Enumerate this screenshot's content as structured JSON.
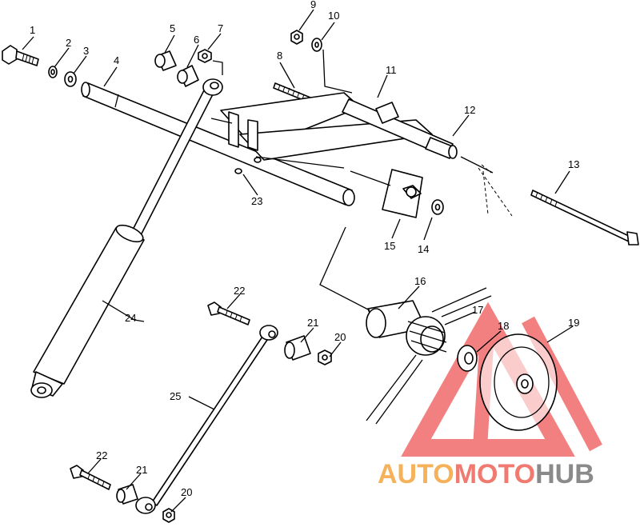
{
  "callouts": [
    "1",
    "2",
    "3",
    "4",
    "5",
    "6",
    "7",
    "8",
    "9",
    "10",
    "11",
    "12",
    "13",
    "14",
    "15",
    "16",
    "17",
    "18",
    "19",
    "20",
    "21",
    "22",
    "23",
    "24",
    "25"
  ],
  "watermark": {
    "part1": "AUTO",
    "part2": "MOTO",
    "part3": "HUB",
    "color_auto": "#f5b25a",
    "color_moto": "#f07a70",
    "color_hub": "#8a8a8a",
    "triangle_color": "#f26b6b"
  }
}
